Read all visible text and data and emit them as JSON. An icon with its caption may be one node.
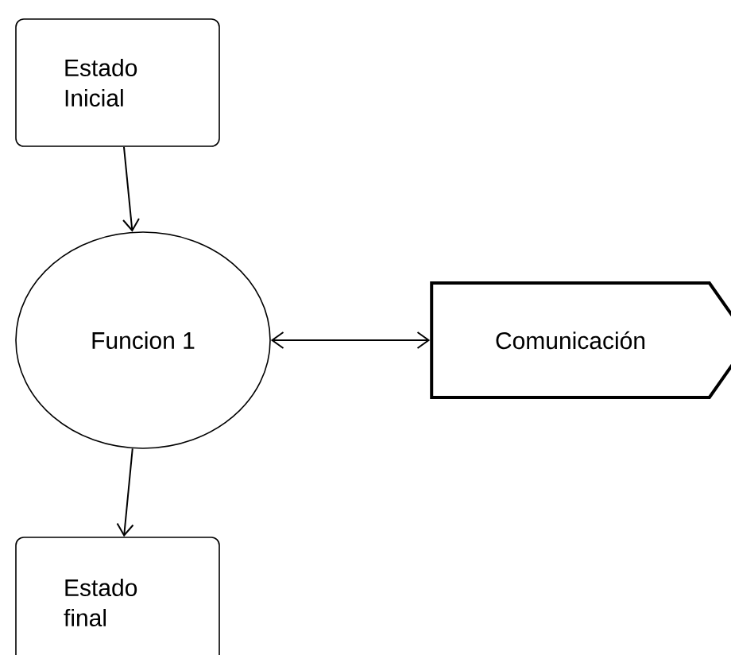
{
  "diagram": {
    "nodes": [
      {
        "text": [
          "Estado Inicial"
        ]
      },
      {
        "text": [
          "Funcion 1"
        ]
      },
      {
        "text": [
          "Comunicación"
        ]
      },
      {
        "text": [
          "Estado final"
        ]
      }
    ],
    "edges": [
      {
        "from": 0,
        "to": 1,
        "arrow": "to"
      },
      {
        "from": 1,
        "to": 2,
        "arrow": "both"
      },
      {
        "from": 1,
        "to": 3,
        "arrow": "to"
      }
    ]
  }
}
